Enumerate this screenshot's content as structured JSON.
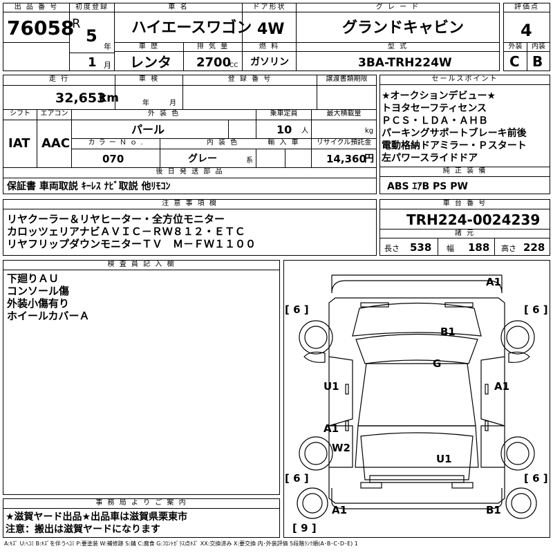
{
  "header": {
    "lot_label": "出 品 番 号",
    "lot_number": "76058",
    "first_reg_label": "初度登録",
    "era": "R",
    "year": "5",
    "year_unit": "年",
    "month": "1",
    "month_unit": "月",
    "car_name_label": "車 名",
    "car_name": "ハイエースワゴン",
    "door_label": "ドア形状",
    "door": "4W",
    "grade_label": "グ レ ー ド",
    "grade": "グランドキャビン",
    "score_label": "評価点",
    "score": "4",
    "history_label": "車 歴",
    "history": "レンタ",
    "displacement_label": "排 気 量",
    "displacement": "2700",
    "displacement_unit": "CC",
    "fuel_label": "燃 料",
    "fuel": "ガソリン",
    "model_label": "型 式",
    "model": "3BA-TRH224W",
    "exterior_label": "外装",
    "exterior_grade": "C",
    "interior_label": "内装",
    "interior_grade": "B"
  },
  "details": {
    "mileage_label": "走 行",
    "mileage": "32,653",
    "mileage_unit": "km",
    "inspection_label": "車 検",
    "inspection_year_unit": "年",
    "inspection_month_unit": "月",
    "registration_label": "登 録 番 号",
    "transfer_label": "譲渡書類期限",
    "shift_label": "シフト",
    "shift": "IAT",
    "aircon_label": "エアコン",
    "aircon": "AAC",
    "ext_color_label": "外 装 色",
    "ext_color": "パール",
    "capacity_label": "乗車定員",
    "capacity": "10",
    "capacity_unit": "人",
    "load_label": "最大積載量",
    "load_unit": "kg",
    "color_no_label": "カ ラ ー Ｎ ｏ .",
    "color_no": "070",
    "int_color_label": "内 装 色",
    "int_color": "グレー",
    "int_color_suffix": "系",
    "import_label": "輸 入 車",
    "recycle_label": "リサイクル預託金",
    "recycle": "14,360",
    "recycle_unit": "円"
  },
  "sales_points": {
    "label": "セールスポイント",
    "lines": [
      "★オークションデビュー★",
      "トヨタセーフティセンス",
      "ＰＣＳ・ＬＤＡ・ＡＨＢ",
      "パーキングサポートブレーキ前後",
      "電動格納ドアミラー・Ｐスタート",
      "左パワースライドドア"
    ]
  },
  "later_parts": {
    "label": "後 日 発 送 部 品",
    "value": "保証書 車両取説 ｷｰﾚｽ ﾅﾋﾞ取説 他ﾘﾓｺﾝ"
  },
  "standard_equipment": {
    "label": "純 正 装 備",
    "value": "ABS ｴｱB PS PW"
  },
  "notes": {
    "label": "注 意 事 項 欄",
    "lines": [
      "リヤクーラー＆リヤヒーター・全方位モニター",
      "カロッツェリアナビＡＶＩＣ－ＲＷ８１２・ＥＴＣ",
      "リヤフリップダウンモニターＴＶ　Ｍ－ＦＷ１１００"
    ]
  },
  "chassis": {
    "label": "車 台 番 号",
    "number": "TRH224-0024239",
    "specs_label": "諸 元",
    "length_label": "長さ",
    "length": "538",
    "width_label": "幅",
    "width": "188",
    "height_label": "高さ",
    "height": "228"
  },
  "inspector": {
    "label": "検 査 員 記 入 欄",
    "lines": [
      "下廻りＡＵ",
      "コンソール傷",
      "外装小傷有り",
      "ホイールカバーＡ"
    ]
  },
  "diagram": {
    "marks": {
      "front_right": "A1",
      "hood": "B1",
      "roof": "G",
      "left_mid": "U1",
      "right_mid": "A1",
      "left_rear_side": "A1",
      "left_rear_quarter": "W2",
      "rear_gate": "U1",
      "rear_left": "A1",
      "rear_right": "B1"
    },
    "tire_fl": "[ 6 ]",
    "tire_fr": "[ 6 ]",
    "tire_rl": "[ 6 ]",
    "tire_rr": "[ 6 ]",
    "spare": "[ 9 ]"
  },
  "office": {
    "label": "事 務 局 よ り ご 案 内",
    "lines": [
      "★滋賀ヤード出品★出品車は滋賀県栗東市",
      "注意：搬出は滋賀ヤードになります"
    ]
  },
  "legend": "A:ｷｽﾞ U:ﾍｺﾐ B:ｷｽﾞを伴うﾍｺﾐ P:要塗装 W:補修跡 S:錆 C:腐食 G:ﾌﾛﾝﾄｶﾞﾗｽ点ｷｽﾞ XX:交換済み X:要交換 内･外装評価 5段階ﾗﾝｸ順(A･B･C･D･E) 1"
}
